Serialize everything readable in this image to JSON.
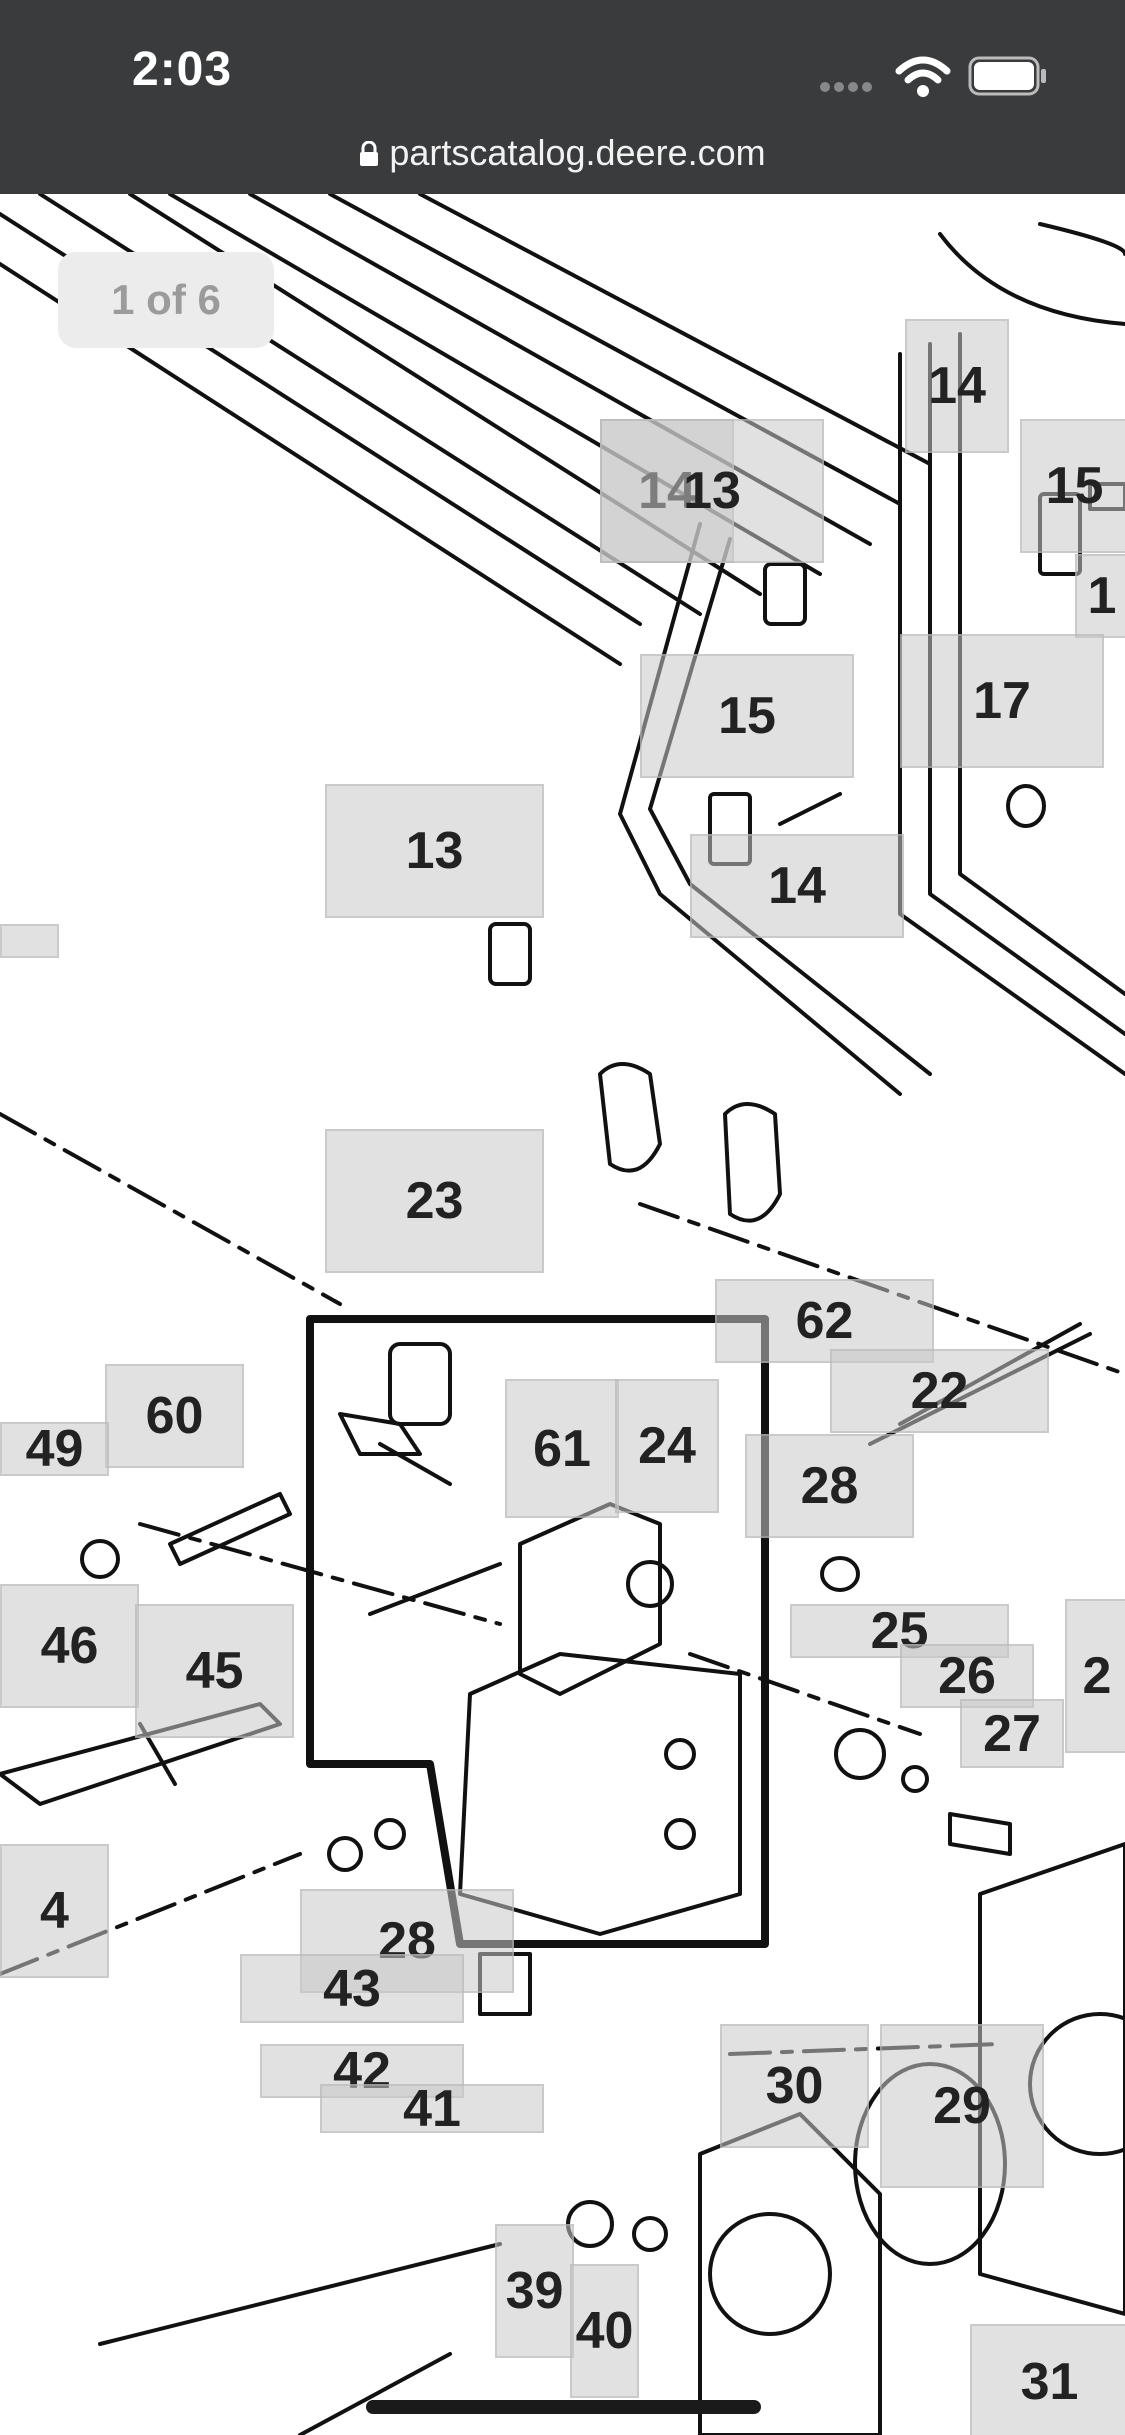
{
  "status_bar": {
    "time": "2:03",
    "url": "partscatalog.deere.com"
  },
  "viewer": {
    "page_counter": "1 of 6"
  },
  "callouts": [
    "13",
    "14",
    "15",
    "1",
    "17",
    "13",
    "15",
    "14",
    "23",
    "62",
    "60",
    "61",
    "24",
    "22",
    "49",
    "28",
    "46",
    "45",
    "25",
    "26",
    "27",
    "2",
    "4",
    "28",
    "43",
    "42",
    "41",
    "30",
    "29",
    "39",
    "40",
    "31"
  ]
}
